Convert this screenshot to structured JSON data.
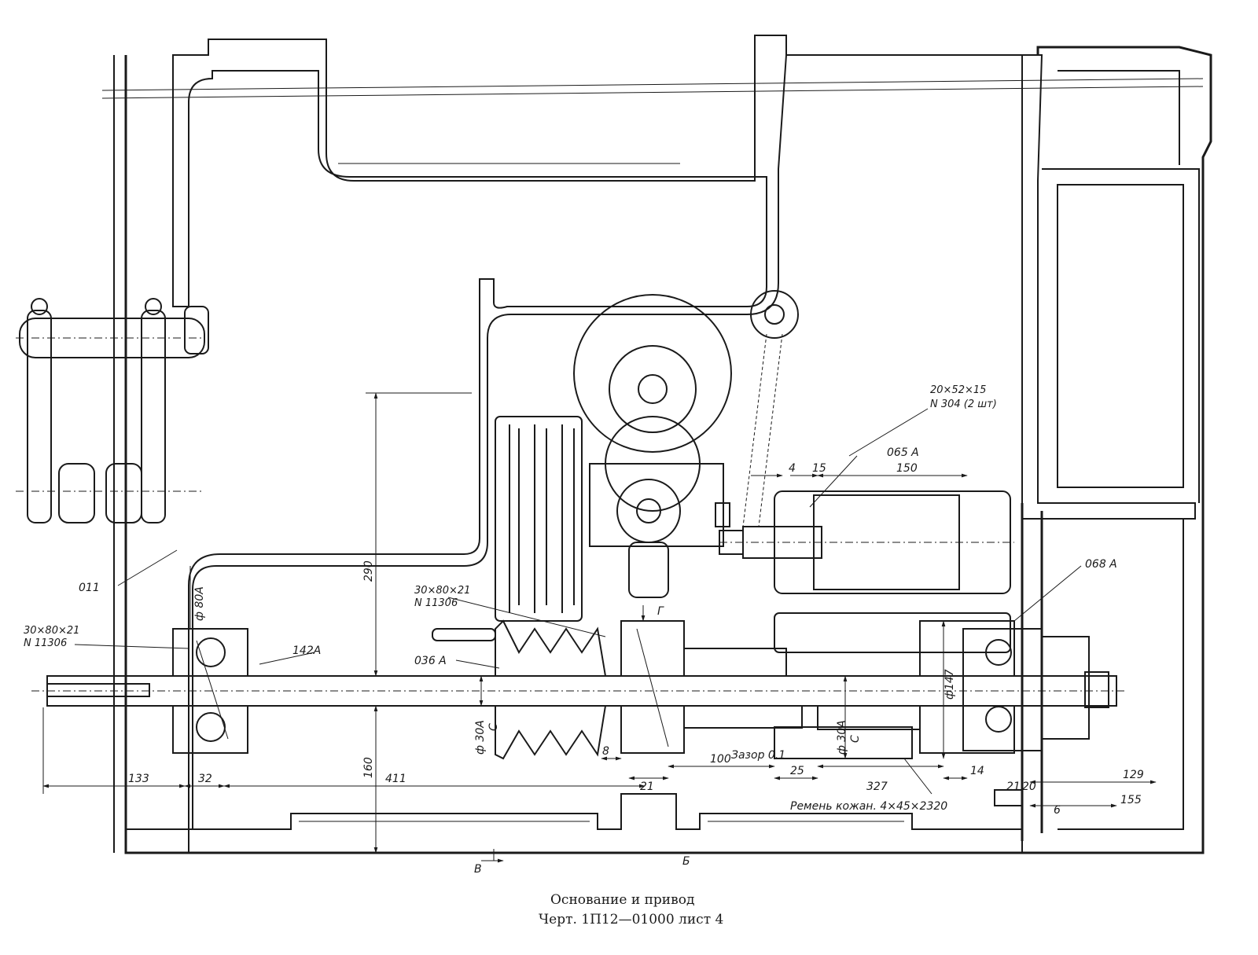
{
  "caption": {
    "title": "Основание и привод",
    "subtitle": "Черт. 1П12—01000 лист 4"
  },
  "callouts": {
    "body": "011",
    "shaft": "142A",
    "pulley": "036 A",
    "motor": "065 A",
    "clutch": "068 A",
    "bearing_left": "30×80×21\nN 11306",
    "bearing_center": "30×80×21\nN 11306",
    "bearing_motor": "20×52×15\nN 304 (2 шт)",
    "belt": "Ремень кожан. 4×45×2320",
    "gap": "Зазор 0.1",
    "diam_80": "ф 80A",
    "diam_30_left": "ф 30A",
    "diam_30_right": "ф 30A",
    "diam_147": "ф147",
    "fit_c_left": "C",
    "fit_c_right": "C",
    "section_g": "Г",
    "section_v": "В",
    "section_b": "Б"
  },
  "dimensions": {
    "d290": "290",
    "d160": "160",
    "d133": "133",
    "d32": "32",
    "d411": "411",
    "d8": "8",
    "d21a": "21",
    "d100": "100",
    "d25": "25",
    "d327": "327",
    "d14": "14",
    "d21b": "21",
    "d20": "20",
    "d6": "6",
    "d129": "129",
    "d155": "155",
    "d4": "4",
    "d15": "15",
    "d150": "150"
  }
}
